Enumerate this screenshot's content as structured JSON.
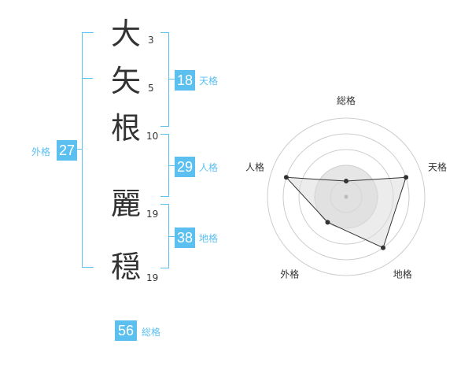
{
  "name": {
    "characters": [
      {
        "char": "大",
        "strokes": "3"
      },
      {
        "char": "矢",
        "strokes": "5"
      },
      {
        "char": "根",
        "strokes": "10"
      },
      {
        "char": "麗",
        "strokes": "19"
      },
      {
        "char": "穏",
        "strokes": "19"
      }
    ]
  },
  "fortune": {
    "tenkaku": {
      "value": "18",
      "label": "天格"
    },
    "jinkaku": {
      "value": "29",
      "label": "人格"
    },
    "chikaku": {
      "value": "38",
      "label": "地格"
    },
    "gaikaku": {
      "value": "27",
      "label": "外格"
    },
    "soukaku": {
      "value": "56",
      "label": "総格"
    }
  },
  "colors": {
    "accent": "#5bc0f0",
    "text": "#333333",
    "grid": "#cccccc"
  },
  "chart_data": {
    "type": "radar",
    "axes": [
      "総格",
      "天格",
      "地格",
      "外格",
      "人格"
    ],
    "values": [
      1,
      4,
      4,
      2,
      4
    ],
    "max": 5
  }
}
